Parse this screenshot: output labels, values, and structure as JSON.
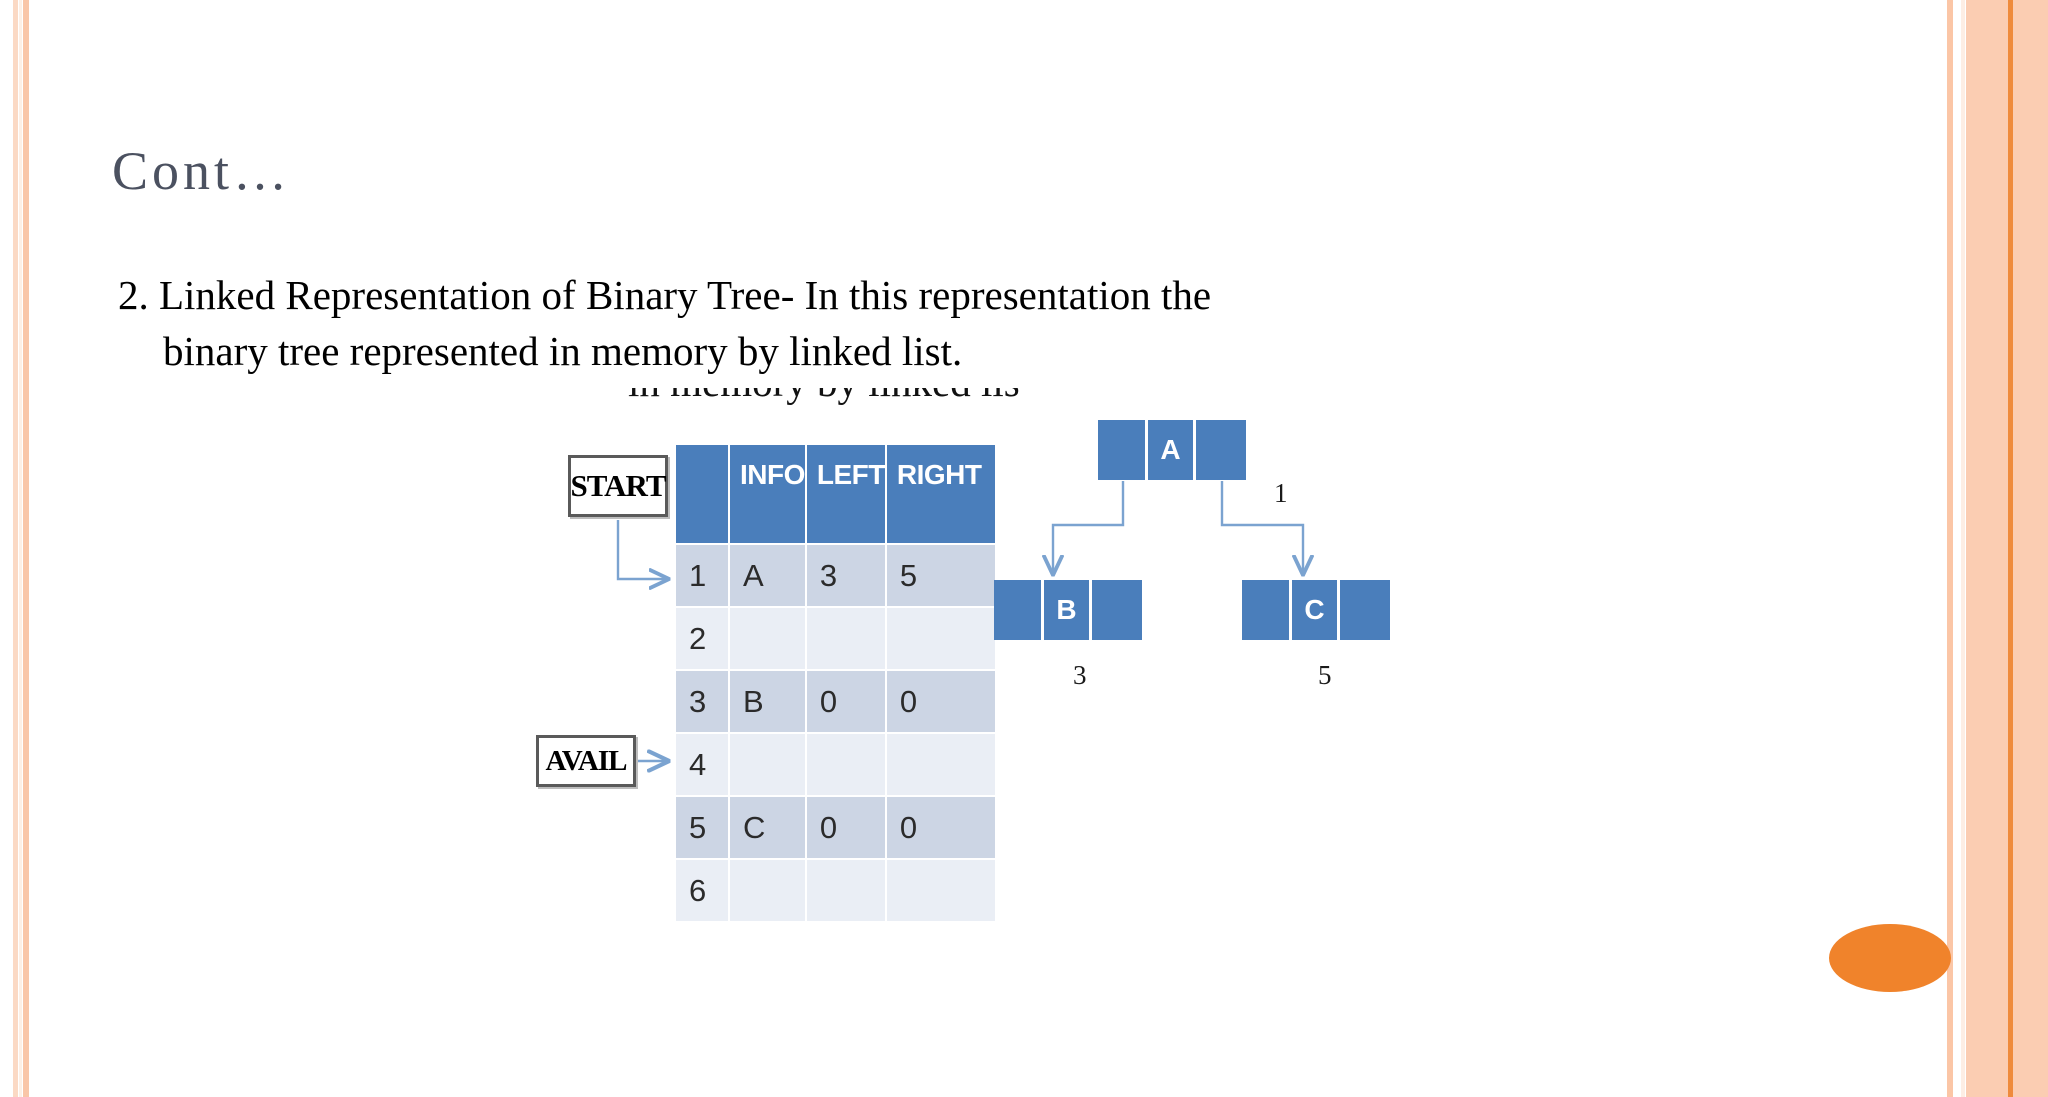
{
  "slide": {
    "title": "Cont…",
    "body": {
      "line1": "2. Linked Representation of Binary Tree- In this representation the",
      "line2": "binary tree represented in memory by linked list."
    },
    "obscured_text": "in memory by linked list."
  },
  "diagram": {
    "start_label": "START",
    "avail_label": "AVAIL",
    "table": {
      "headers": [
        "",
        "INFO",
        "LEFT",
        "RIGHT"
      ],
      "rows": [
        {
          "index": "1",
          "info": "A",
          "left": "3",
          "right": "5"
        },
        {
          "index": "2",
          "info": "",
          "left": "",
          "right": ""
        },
        {
          "index": "3",
          "info": "B",
          "left": "0",
          "right": "0"
        },
        {
          "index": "4",
          "info": "",
          "left": "",
          "right": ""
        },
        {
          "index": "5",
          "info": "C",
          "left": "0",
          "right": "0"
        },
        {
          "index": "6",
          "info": "",
          "left": "",
          "right": ""
        }
      ]
    },
    "tree": {
      "nodes": [
        {
          "value": "A",
          "address": "1"
        },
        {
          "value": "B",
          "address": "3"
        },
        {
          "value": "C",
          "address": "5"
        }
      ]
    }
  },
  "colors": {
    "header_blue": "#4a7ebb",
    "row_dark": "#ccd5e4",
    "row_light": "#eaeef5",
    "connector_blue": "#7ba3d0",
    "title_gray": "#4b5160",
    "accent_orange": "#f0832b",
    "stripe_peach": "#fbcdb2"
  }
}
